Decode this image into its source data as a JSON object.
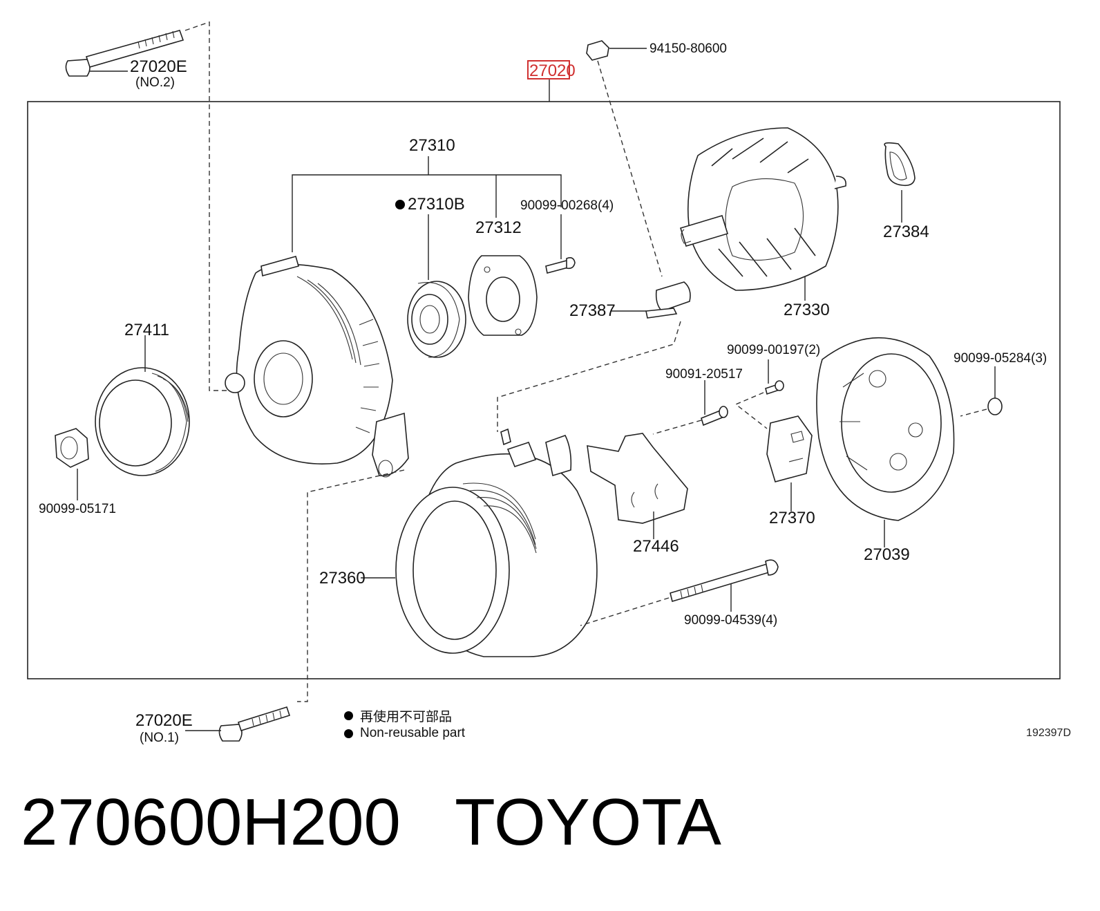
{
  "assembly": {
    "part_no": "27020",
    "highlight_color": "#d03030"
  },
  "callouts": {
    "p27020e_no2": "27020E",
    "p27020e_no2_note": "(NO.2)",
    "p94150": "94150-80600",
    "p27310": "27310",
    "p27310b": "27310B",
    "p27312": "27312",
    "p90099_00268": "90099-00268(4)",
    "p27384": "27384",
    "p27387": "27387",
    "p27330": "27330",
    "p27411": "27411",
    "p90099_05171": "90099-05171",
    "p90091_20517": "90091-20517",
    "p90099_00197": "90099-00197(2)",
    "p90099_05284": "90099-05284(3)",
    "p27370": "27370",
    "p27446": "27446",
    "p27039": "27039",
    "p27360": "27360",
    "p90099_04539": "90099-04539(4)",
    "p27020e_no1": "27020E",
    "p27020e_no1_note": "(NO.1)"
  },
  "legend": {
    "line_cn": "再使用不可部品",
    "line_en": "Non-reusable part"
  },
  "ref_code": "192397D",
  "caption": {
    "part_number": "270600H200",
    "brand": "TOYOTA"
  }
}
